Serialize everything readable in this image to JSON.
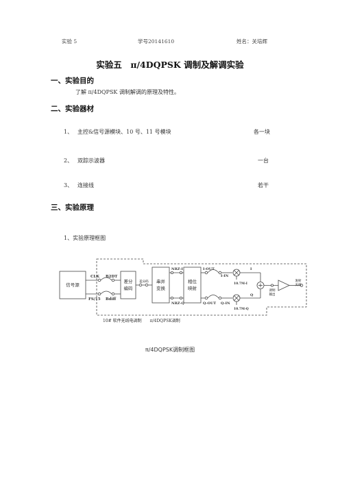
{
  "header": {
    "experiment": "实验 5",
    "student_id": "学号20141610",
    "name": "姓名：关培辉"
  },
  "title": "实验五　π/4DQPSK 调制及解调实验",
  "sections": [
    {
      "heading": "一、实验目的"
    },
    {
      "heading": "二、实验器材"
    },
    {
      "heading": "三、实验原理"
    }
  ],
  "purpose_text": "了解 π/4DQPSK 调制解调的原理及特性。",
  "equipment": [
    {
      "num": "1、",
      "name": "主控&信号源模块、10 号、11 号模块",
      "qty": "各一块"
    },
    {
      "num": "2、",
      "name": "双踪示波器",
      "qty": "一台"
    },
    {
      "num": "3、",
      "name": "连接线",
      "qty": "若干"
    }
  ],
  "principle_sub": "1、实验原理框图",
  "diagram": {
    "blocks": {
      "signal_source": "信号源",
      "diff_encode_1": "差分",
      "diff_encode_2": "编码",
      "serial_parallel_1": "串并",
      "serial_parallel_2": "变换",
      "phase_map_1": "相位",
      "phase_map_2": "映射",
      "modulated_out_1": "调制",
      "modulated_out_2": "输出",
      "transmit_1": "发射",
      "transmit_2": "天线"
    },
    "labels": {
      "clk": "CLK",
      "fs15": "FS/15",
      "b2dt": "B2DT",
      "bdiff": "Bdiff",
      "diff_code": "差分码",
      "nrz_i": "NRZ-I",
      "nrz_q": "NRZ-Q",
      "i_out": "I-OUT",
      "q_out": "Q-OUT",
      "i_in": "I-IN",
      "q_in": "Q-IN",
      "i": "I",
      "q": "Q",
      "carrier_i": "10.7M-I",
      "carrier_q": "10.7M-Q",
      "module_note": "10# 软件无线电调制　　π/4DQPSK调制"
    }
  },
  "caption": "π/4DQPSK调制框图"
}
